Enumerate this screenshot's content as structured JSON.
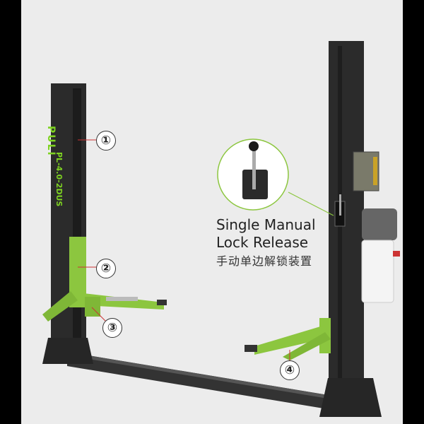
{
  "product": {
    "logo_text": "PULI",
    "model": "PL-4.0-2DUS",
    "callouts": [
      "①",
      "②",
      "③",
      "④"
    ],
    "feature_label_line1": "Single Manual",
    "feature_label_line2": "Lock Release",
    "feature_label_cn": "手动单边解锁装置"
  },
  "colors": {
    "accent_green": "#8cc63f",
    "column": "#2a2a2a",
    "background": "#ececec"
  }
}
